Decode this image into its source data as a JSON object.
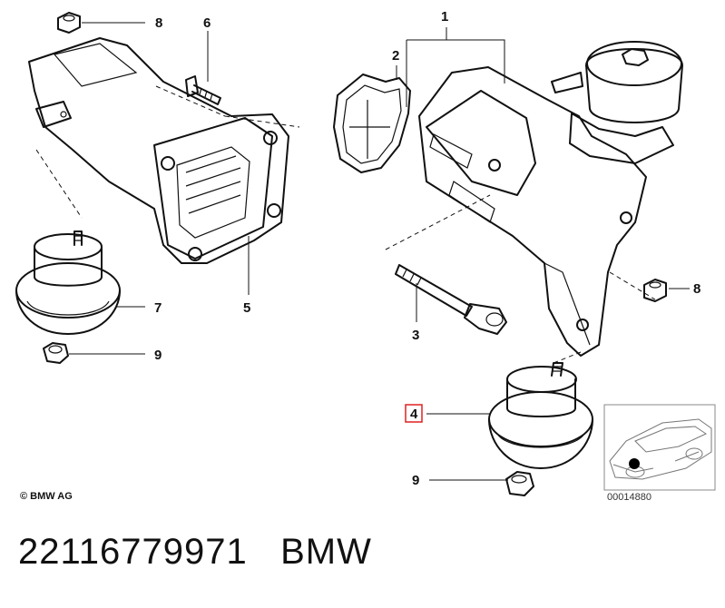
{
  "callouts": {
    "c1": "1",
    "c2": "2",
    "c3": "3",
    "c4": "4",
    "c5": "5",
    "c6": "6",
    "c7": "7",
    "c8_left": "8",
    "c8_right": "8",
    "c9_left": "9",
    "c9_right": "9"
  },
  "highlight_color": "#e02020",
  "copyright": "© BMW AG",
  "reference_number": "00014880",
  "caption": {
    "part_number": "22116779971",
    "brand": "BMW"
  }
}
